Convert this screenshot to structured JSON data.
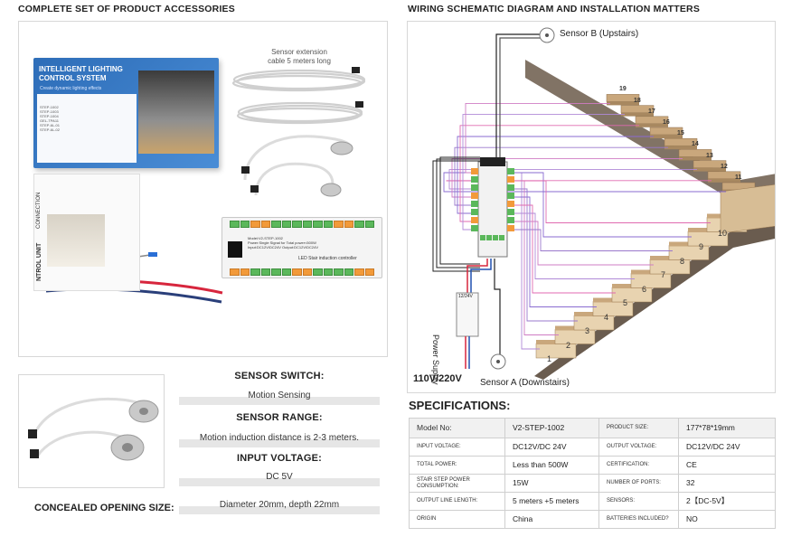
{
  "headers": {
    "accessories": "COMPLETE SET OF PRODUCT ACCESSORIES",
    "wiring": "WIRING SCHEMATIC DIAGRAM AND INSTALLATION MATTERS"
  },
  "accessories": {
    "box_title": "INTELLIGENT LIGHTING CONTROL SYSTEM",
    "box_subtitle": "Create dynamic lighting effects",
    "box_list": [
      "STEP-1002",
      "STEP-1003",
      "STEP-1004",
      "GEL-TPA11",
      "STEP-6L-01",
      "STEP-6L-02"
    ],
    "cable_label_line1": "Sensor extension",
    "cable_label_line2": "cable 5 meters long",
    "manual_label1": "CONNECTION",
    "manual_label2": "NTROL UNIT",
    "controller_text": [
      "Model:V2-STEP-1002",
      "Power:Single Signal for Total power<500W",
      "Input:DC12V/DC24V Output:DC12V/DC24V"
    ],
    "controller_name": "LED Stair induction controller"
  },
  "sensor": {
    "switch_label": "SENSOR SWITCH:",
    "switch_value": "Motion  Sensing",
    "range_label": "SENSOR RANGE:",
    "range_value": "Motion induction distance is 2-3 meters.",
    "voltage_label": "INPUT VOLTAGE:",
    "voltage_value": "DC 5V",
    "opening_label": "CONCEALED OPENING SIZE:",
    "opening_value": "Diameter 20mm, depth 22mm"
  },
  "wiring": {
    "sensor_b": "Sensor B (Upstairs)",
    "sensor_a": "Sensor A (Downstairs)",
    "power_supply": "Power Supply",
    "psu_label": "12/24V",
    "mains": "110V/220V",
    "steps": [
      "1",
      "2",
      "3",
      "4",
      "5",
      "6",
      "7",
      "8",
      "9",
      "10",
      "11",
      "12",
      "13",
      "14",
      "15",
      "16",
      "17",
      "18",
      "19"
    ]
  },
  "specs": {
    "title": "SPECIFICATIONS:",
    "rows": [
      {
        "k1": "Model No:",
        "v1": "V2-STEP-1002",
        "k2": "PRODUCT SIZE:",
        "v2": "177*78*19mm"
      },
      {
        "k1": "INPUT VOLTAGE:",
        "v1": "DC12V/DC 24V",
        "k2": "OUTPUT VOLTAGE:",
        "v2": "DC12V/DC 24V"
      },
      {
        "k1": "TOTAL POWER:",
        "v1": "Less than 500W",
        "k2": "CERTIFICATION:",
        "v2": "CE"
      },
      {
        "k1": "STAIR STEP POWER CONSUMPTION:",
        "v1": "15W",
        "k2": "NUMBER OF PORTS:",
        "v2": "32"
      },
      {
        "k1": "OUTPUT LINE LENGTH:",
        "v1": "5 meters +5 meters",
        "k2": "SENSORS:",
        "v2": "2【DC-5V】"
      },
      {
        "k1": "ORIGIN",
        "v1": "China",
        "k2": "BATTERIES INCLUDED?",
        "v2": "NO"
      }
    ]
  },
  "colors": {
    "box_blue": "#3a7cc8",
    "stair_wood": "#c9a77c",
    "wire_red": "#d7263d",
    "wire_blue": "#2050b0",
    "terminal_green": "#5bb85b",
    "terminal_orange": "#f29a3a",
    "wire_purple": "#8a6bd1",
    "wire_pink": "#e06ab0"
  }
}
